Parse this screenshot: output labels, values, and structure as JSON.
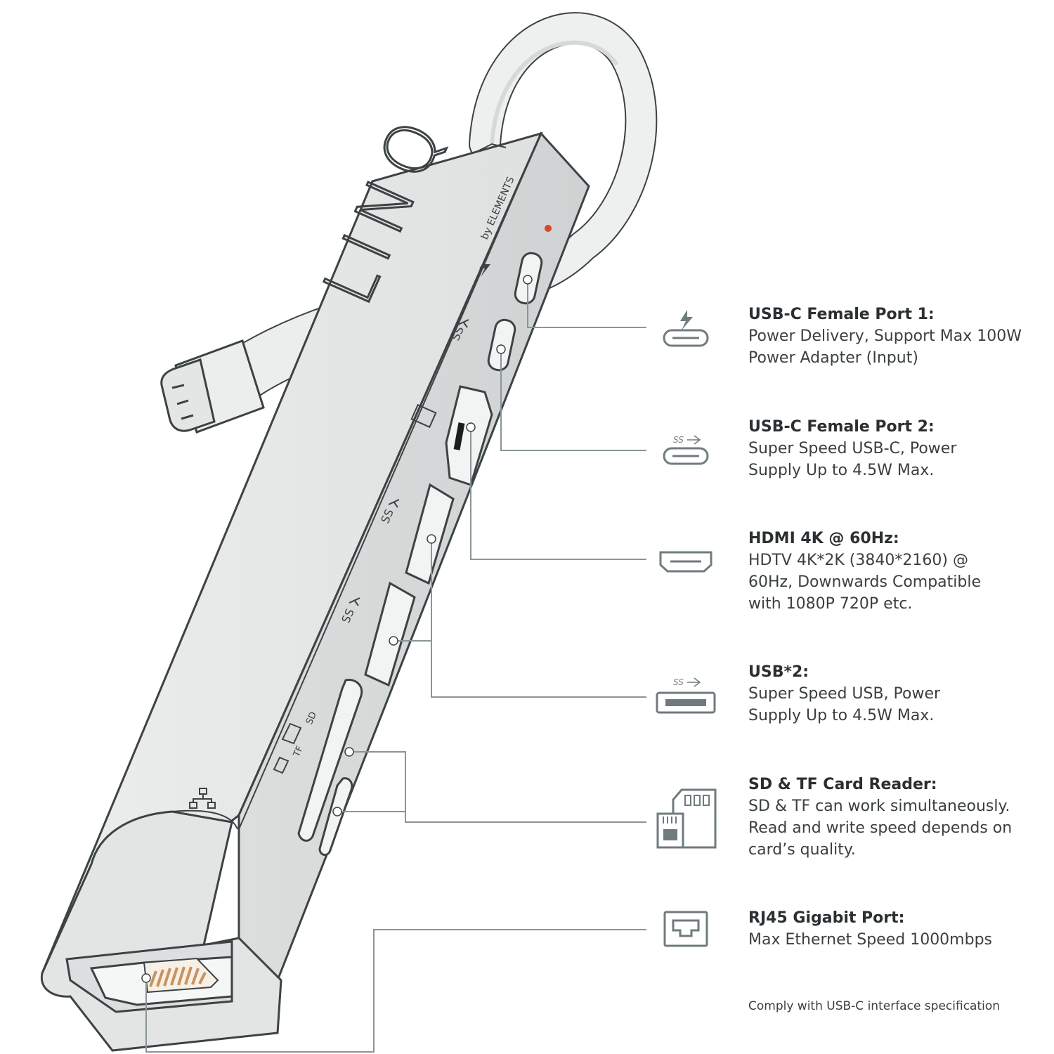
{
  "brand": {
    "logo_text": "LINQ",
    "by_line": "by ELEMENTS"
  },
  "port_labels": {
    "ss": "SS",
    "tf": "TF",
    "sd": "SD"
  },
  "features": [
    {
      "title": "USB-C Female Port 1:",
      "lines": [
        "Power Delivery, Support Max 100W",
        "Power Adapter (Input)"
      ],
      "icon": "usb-c-power-icon"
    },
    {
      "title": "USB-C Female Port 2:",
      "lines": [
        "Super Speed USB-C, Power",
        "Supply Up to 4.5W Max."
      ],
      "icon": "usb-c-superspeed-icon"
    },
    {
      "title": "HDMI 4K @ 60Hz:",
      "lines": [
        "HDTV 4K*2K (3840*2160) @",
        "60Hz, Downwards Compatible",
        "with 1080P 720P etc."
      ],
      "icon": "hdmi-icon"
    },
    {
      "title": "USB*2:",
      "lines": [
        "Super Speed USB, Power",
        "Supply Up to 4.5W Max."
      ],
      "icon": "usb-a-superspeed-icon"
    },
    {
      "title": "SD & TF Card Reader:",
      "lines": [
        "SD & TF can work simultaneously.",
        "Read and write speed depends on",
        "card’s quality."
      ],
      "icon": "sd-tf-card-icon"
    },
    {
      "title": "RJ45 Gigabit Port:",
      "lines": [
        "Max Ethernet Speed 1000mbps"
      ],
      "icon": "ethernet-port-icon"
    }
  ],
  "footnote": "Comply with USB-C interface specification",
  "colors": {
    "hub_body": "#e7e8e8",
    "hub_outline": "#3d4244",
    "leader_line": "#8a9598",
    "icon_stroke": "#6f7b7e",
    "ethernet_pins": "#c9925e",
    "led": "#d9452b"
  }
}
